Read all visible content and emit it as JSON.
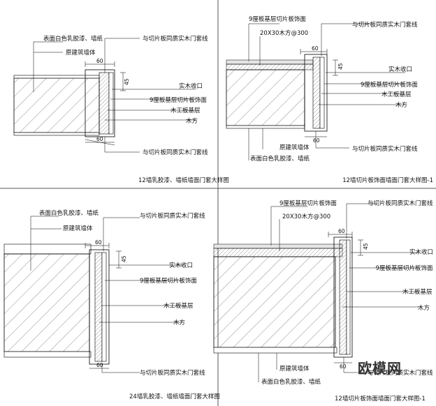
{
  "panels": [
    {
      "title": "12墙乳胶漆、墙纸墙面门套大样图",
      "labels": [
        "表面白色乳胶漆、墙纸",
        "原建筑墙体",
        "与切片板同质实木门套线",
        "实木收口",
        "9厘板基层切片板饰面",
        "木工板基层",
        "木方",
        "与切片板同质实木门套线"
      ],
      "dims": [
        "60",
        "45",
        "60"
      ]
    },
    {
      "title": "12墙切片板饰面墙面门套大样图-1",
      "labels": [
        "9厘板基层切片板饰面",
        "20X30木方@300",
        "与切片板同质实木门套线",
        "实木收口",
        "9厘板基层切片板饰面",
        "木工板基层",
        "木方",
        "原建筑墙体",
        "表面白色乳胶漆、墙纸",
        "与切片板同质实木门套线"
      ],
      "dims": [
        "60",
        "45",
        "60"
      ]
    },
    {
      "title": "24墙乳胶漆、墙纸墙面门套大样图",
      "labels": [
        "表面白色乳胶漆、墙纸",
        "原建筑墙体",
        "与切片板同质实木门套线",
        "实木收口",
        "9厘板基层切片板饰面",
        "木工板基层",
        "木方",
        "与切片板同质实木门套线"
      ],
      "dims": [
        "60",
        "45",
        "60"
      ]
    },
    {
      "title": "12墙切片板饰面墙面门套大样图-1",
      "labels": [
        "9厘板基层切片板饰面",
        "20X30木方@300",
        "与切片板同质实木门套线",
        "实木收口",
        "9厘板基层切片板饰面",
        "木工板基层",
        "木方",
        "原建筑墙体",
        "表面白色乳胶漆、墙纸",
        "与切片板同质实木门套线"
      ],
      "dims": [
        "60",
        "45",
        "60"
      ]
    }
  ],
  "watermark": "欧模网"
}
